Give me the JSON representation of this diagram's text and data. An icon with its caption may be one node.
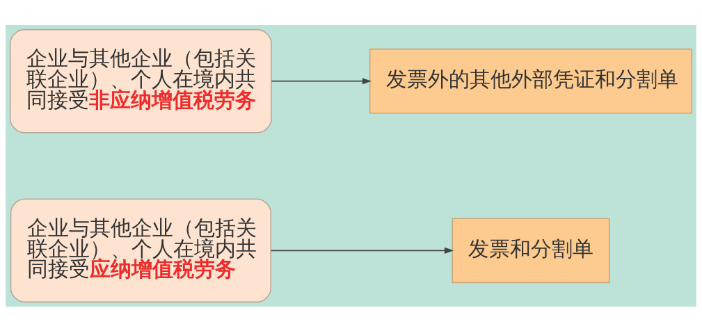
{
  "diagram": {
    "nodes": [
      {
        "text": [
          "企业与其他企业（包括关联企业）、个人在境内共同接受**应纳增值税劳务**"
        ]
      },
      {
        "text": [
          "发票和分割单"
        ]
      },
      {
        "text": [
          "企业与其他企业（包括关联企业）、个人在境内共同接受**非应纳增值税劳务**"
        ]
      },
      {
        "text": [
          "发票外的其他外部凭证和分割单"
        ]
      }
    ],
    "edges": [
      {
        "from": 0,
        "to": 1,
        "arrow": "to"
      },
      {
        "from": 2,
        "to": 3,
        "arrow": "to"
      }
    ]
  }
}
